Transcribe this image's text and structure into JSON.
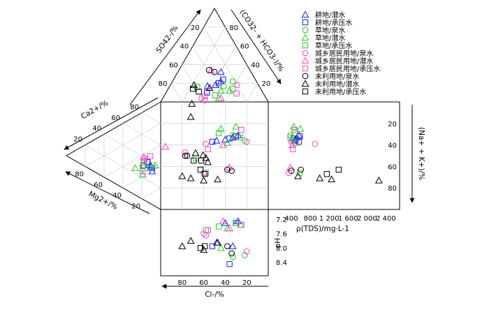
{
  "chart_data": {
    "type": "scatter",
    "subtype": "Durov diagram",
    "axes": {
      "cation_top_left": "Ca2+/%",
      "cation_bottom_left": "Mg2+/%",
      "anion_top": "SO42-/%",
      "anion_top_right": "(CO32- + HCO3-)/%",
      "anion_bottom": "Cl-/%",
      "na_k": "(Na+ + K+)/%",
      "tds": "ρ(TDS)/mg·L-1",
      "ph": "pH"
    },
    "ticks": {
      "percent": [
        "20",
        "40",
        "60",
        "80"
      ],
      "tds": [
        "400",
        "800",
        "1 200",
        "1 600",
        "2 000",
        "2 400"
      ],
      "ph": [
        "7.2",
        "7.6",
        "8.0",
        "8.4"
      ]
    },
    "tds_range": [
      0,
      2600
    ],
    "ph_range": [
      7.0,
      8.7
    ],
    "legend": [
      {
        "label": "耕地/潜水",
        "shape": "triangle",
        "color": "#1a1aff"
      },
      {
        "label": "耕地/承压水",
        "shape": "square",
        "color": "#1a1aff"
      },
      {
        "label": "草地/泉水",
        "shape": "circle",
        "color": "#22cc22"
      },
      {
        "label": "草地/潜水",
        "shape": "triangle",
        "color": "#22cc22"
      },
      {
        "label": "草地/承压水",
        "shape": "square",
        "color": "#22cc22"
      },
      {
        "label": "城乡居民用地/泉水",
        "shape": "circle",
        "color": "#ff44cc"
      },
      {
        "label": "城乡居民用地/潜水",
        "shape": "triangle",
        "color": "#ff44cc"
      },
      {
        "label": "城乡居民用地/承压水",
        "shape": "square",
        "color": "#ff44cc"
      },
      {
        "label": "未利用地/泉水",
        "shape": "circle",
        "color": "#000000"
      },
      {
        "label": "未利用地/潜水",
        "shape": "triangle",
        "color": "#000000"
      },
      {
        "label": "未利用地/承压水",
        "shape": "square",
        "color": "#000000"
      }
    ],
    "points": [
      {
        "g": 0,
        "cl": 33,
        "co3": 45,
        "na": 33,
        "mg": 56,
        "tds": 520,
        "ph": 7.95
      },
      {
        "g": 0,
        "cl": 48,
        "co3": 35,
        "na": 36,
        "mg": 53,
        "tds": 470,
        "ph": 7.85
      },
      {
        "g": 0,
        "cl": 28,
        "co3": 40,
        "na": 31,
        "mg": 60,
        "tds": 560,
        "ph": 7.25
      },
      {
        "g": 0,
        "cl": 40,
        "co3": 42,
        "na": 35,
        "mg": 55,
        "tds": 480,
        "ph": 7.3
      },
      {
        "g": 1,
        "cl": 52,
        "co3": 38,
        "na": 37,
        "mg": 49,
        "tds": 560,
        "ph": 7.95
      },
      {
        "g": 1,
        "cl": 36,
        "co3": 44,
        "na": 34,
        "mg": 57,
        "tds": 450,
        "ph": 8.45
      },
      {
        "g": 1,
        "cl": 30,
        "co3": 46,
        "na": 32,
        "mg": 50,
        "tds": 580,
        "ph": 7.3
      },
      {
        "g": 2,
        "cl": 22,
        "co3": 56,
        "na": 36,
        "mg": 46,
        "tds": 420,
        "ph": 8.2
      },
      {
        "g": 2,
        "cl": 33,
        "co3": 50,
        "na": 31,
        "mg": 50,
        "tds": 380,
        "ph": 8.25
      },
      {
        "g": 3,
        "cl": 44,
        "co3": 52,
        "na": 25,
        "mg": 48,
        "tds": 590,
        "ph": 8.0
      },
      {
        "g": 3,
        "cl": 30,
        "co3": 58,
        "na": 23,
        "mg": 58,
        "tds": 450,
        "ph": 7.3
      },
      {
        "g": 3,
        "cl": 38,
        "co3": 50,
        "na": 38,
        "mg": 56,
        "tds": 500,
        "ph": 7.45
      },
      {
        "g": 4,
        "cl": 46,
        "co3": 47,
        "na": 29,
        "mg": 52,
        "tds": 470,
        "ph": 7.4
      },
      {
        "g": 4,
        "cl": 26,
        "co3": 60,
        "na": 33,
        "mg": 56,
        "tds": 380,
        "ph": 7.35
      },
      {
        "g": 4,
        "cl": 58,
        "co3": 26,
        "na": 66,
        "mg": 71,
        "tds": 580,
        "ph": 7.5
      },
      {
        "g": 5,
        "cl": 58,
        "co3": 40,
        "na": 39,
        "mg": 44,
        "tds": 900,
        "ph": 7.65
      },
      {
        "g": 5,
        "cl": 20,
        "co3": 62,
        "na": 37,
        "mg": 46,
        "tds": 400,
        "ph": 8.1
      },
      {
        "g": 5,
        "cl": 60,
        "co3": 36,
        "na": 66,
        "mg": 60,
        "tds": 350,
        "ph": 7.6
      },
      {
        "g": 6,
        "cl": 42,
        "co3": 54,
        "na": 40,
        "mg": 42,
        "tds": 420,
        "ph": 7.25
      },
      {
        "g": 6,
        "cl": 36,
        "co3": 30,
        "na": 61,
        "mg": 44,
        "tds": 380,
        "ph": 7.45
      },
      {
        "g": 7,
        "cl": 25,
        "co3": 66,
        "na": 26,
        "mg": 55,
        "tds": 470,
        "ph": 7.35
      },
      {
        "g": 7,
        "cl": 56,
        "co3": 38,
        "na": 44,
        "mg": 45,
        "tds": 430,
        "ph": 7.5
      },
      {
        "g": 8,
        "cl": 34,
        "co3": 34,
        "na": 64,
        "mg": 64,
        "tds": 400,
        "ph": 8.15
      },
      {
        "g": 8,
        "cl": 38,
        "co3": 28,
        "na": 63,
        "mg": 63,
        "tds": 600,
        "ph": 7.95
      },
      {
        "g": 9,
        "cl": 72,
        "co3": 30,
        "na": 71,
        "mg": 66,
        "tds": 1000,
        "ph": 7.8
      },
      {
        "g": 9,
        "cl": 47,
        "co3": 38,
        "na": 72,
        "mg": 76,
        "tds": 1250,
        "ph": 7.85
      },
      {
        "g": 9,
        "cl": 60,
        "co3": 22,
        "na": 73,
        "mg": 72,
        "tds": 2250,
        "ph": 8.05
      },
      {
        "g": 9,
        "cl": 80,
        "co3": 36,
        "na": 69,
        "mg": 81,
        "tds": 540,
        "ph": 7.95
      },
      {
        "g": 10,
        "cl": 63,
        "co3": 23,
        "na": 63,
        "mg": 72,
        "tds": 1400,
        "ph": 8.0
      },
      {
        "g": 10,
        "cl": 59,
        "co3": 30,
        "na": 67,
        "mg": 76,
        "tds": 1150,
        "ph": 7.95
      }
    ]
  }
}
